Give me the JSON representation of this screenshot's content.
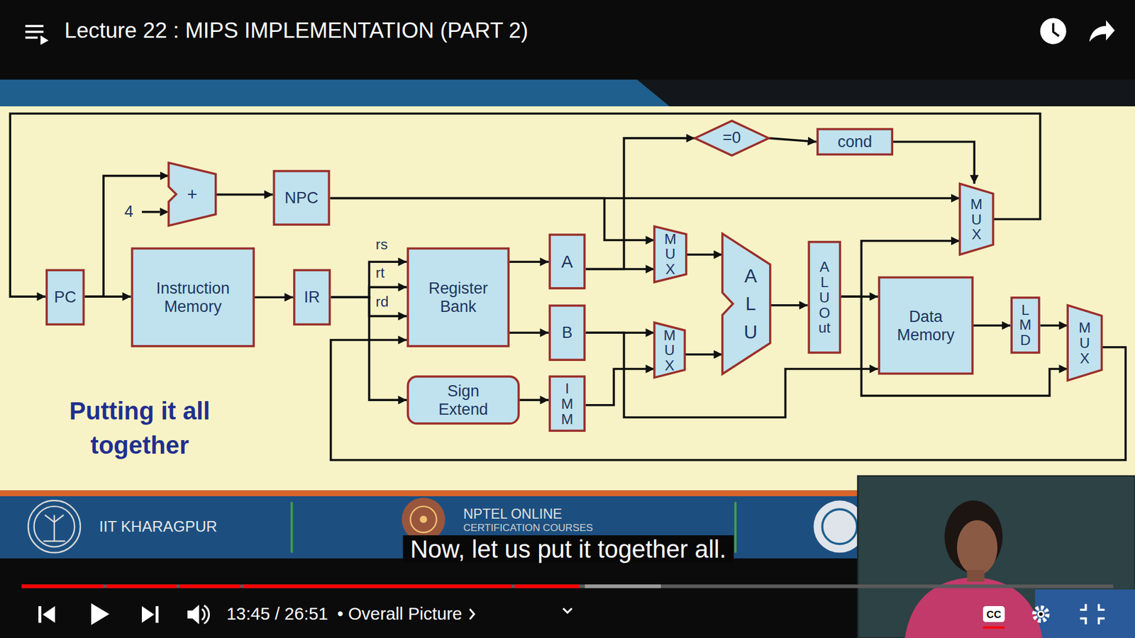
{
  "diagram": {
    "title": "Putting it all together",
    "caption": "Now, let us put it together all.",
    "nodes": [
      {
        "text": [
          "+"
        ]
      },
      {
        "text": [
          "NPC"
        ]
      },
      {
        "text": [
          "PC"
        ]
      },
      {
        "text": [
          "Instruction Memory"
        ]
      },
      {
        "text": [
          "IR"
        ]
      },
      {
        "text": [
          "Register Bank"
        ]
      },
      {
        "text": [
          "A"
        ]
      },
      {
        "text": [
          "B"
        ]
      },
      {
        "text": [
          "Sign Extend"
        ]
      },
      {
        "text": [
          "IMM"
        ]
      },
      {
        "text": [
          "=0"
        ]
      },
      {
        "text": [
          "cond"
        ]
      },
      {
        "text": [
          "MUX"
        ]
      },
      {
        "text": [
          "MUX"
        ]
      },
      {
        "text": [
          "ALU"
        ]
      },
      {
        "text": [
          "ALUOut"
        ]
      },
      {
        "text": [
          "MUX"
        ]
      },
      {
        "text": [
          "Data Memory"
        ]
      },
      {
        "text": [
          "LMD"
        ]
      },
      {
        "text": [
          "MUX"
        ]
      }
    ],
    "edges": [
      {
        "from": 2,
        "to": 0,
        "arrow": "to"
      },
      {
        "from": 2,
        "to": 3,
        "arrow": "to"
      },
      {
        "from": 0,
        "to": 1,
        "arrow": "to"
      },
      {
        "from": 3,
        "to": 4,
        "arrow": "to"
      },
      {
        "from": 4,
        "to": 5,
        "label": "rs",
        "arrow": "to"
      },
      {
        "from": 4,
        "to": 5,
        "label": "rt",
        "arrow": "to"
      },
      {
        "from": 4,
        "to": 5,
        "label": "rd",
        "arrow": "to"
      },
      {
        "from": 4,
        "to": 8,
        "arrow": "to"
      },
      {
        "from": 5,
        "to": 6,
        "arrow": "to"
      },
      {
        "from": 5,
        "to": 7,
        "arrow": "to"
      },
      {
        "from": 8,
        "to": 9,
        "arrow": "to"
      },
      {
        "from": 1,
        "to": 16,
        "arrow": "to"
      },
      {
        "from": 1,
        "to": 12,
        "arrow": "to"
      },
      {
        "from": 6,
        "to": 12,
        "arrow": "to"
      },
      {
        "from": 6,
        "to": 10,
        "arrow": "to"
      },
      {
        "from": 10,
        "to": 11,
        "arrow": "to"
      },
      {
        "from": 11,
        "to": 16,
        "arrow": "to"
      },
      {
        "from": 7,
        "to": 13,
        "arrow": "to"
      },
      {
        "from": 7,
        "to": 17,
        "arrow": "to"
      },
      {
        "from": 9,
        "to": 13,
        "arrow": "to"
      },
      {
        "from": 12,
        "to": 14,
        "arrow": "to"
      },
      {
        "from": 13,
        "to": 14,
        "arrow": "to"
      },
      {
        "from": 14,
        "to": 15,
        "arrow": "to"
      },
      {
        "from": 15,
        "to": 17,
        "arrow": "to"
      },
      {
        "from": 15,
        "to": 16,
        "arrow": "to"
      },
      {
        "from": 15,
        "to": 19,
        "arrow": "to"
      },
      {
        "from": 17,
        "to": 18,
        "arrow": "to"
      },
      {
        "from": 18,
        "to": 19,
        "arrow": "to"
      },
      {
        "from": 16,
        "to": 2,
        "arrow": "to"
      },
      {
        "from": 19,
        "to": 5,
        "arrow": "to"
      }
    ],
    "labels": [
      "Lecture 22 : MIPS IMPLEMENTATION (PART 2)",
      "4",
      "IIT KHARAGPUR",
      "NPTEL ONLINE",
      "CERTIFICATION COURSES",
      "13:45 / 26:51",
      "•",
      "Overall Picture",
      "CC"
    ]
  }
}
